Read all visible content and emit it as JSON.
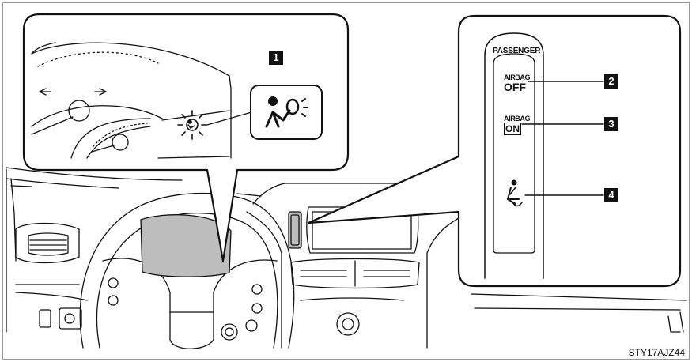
{
  "callouts": [
    "1",
    "2",
    "3",
    "4"
  ],
  "passenger_panel": {
    "header": "PASSENGER",
    "airbag_off": {
      "top": "AIRBAG",
      "bottom": "OFF"
    },
    "airbag_on": {
      "top": "AIRBAG",
      "bottom": "ON"
    }
  },
  "figure_code": "STY17AJZ44",
  "icons": [
    "srs-warning-light-icon",
    "srs-airbag-icon",
    "seat-belt-reminder-icon"
  ]
}
